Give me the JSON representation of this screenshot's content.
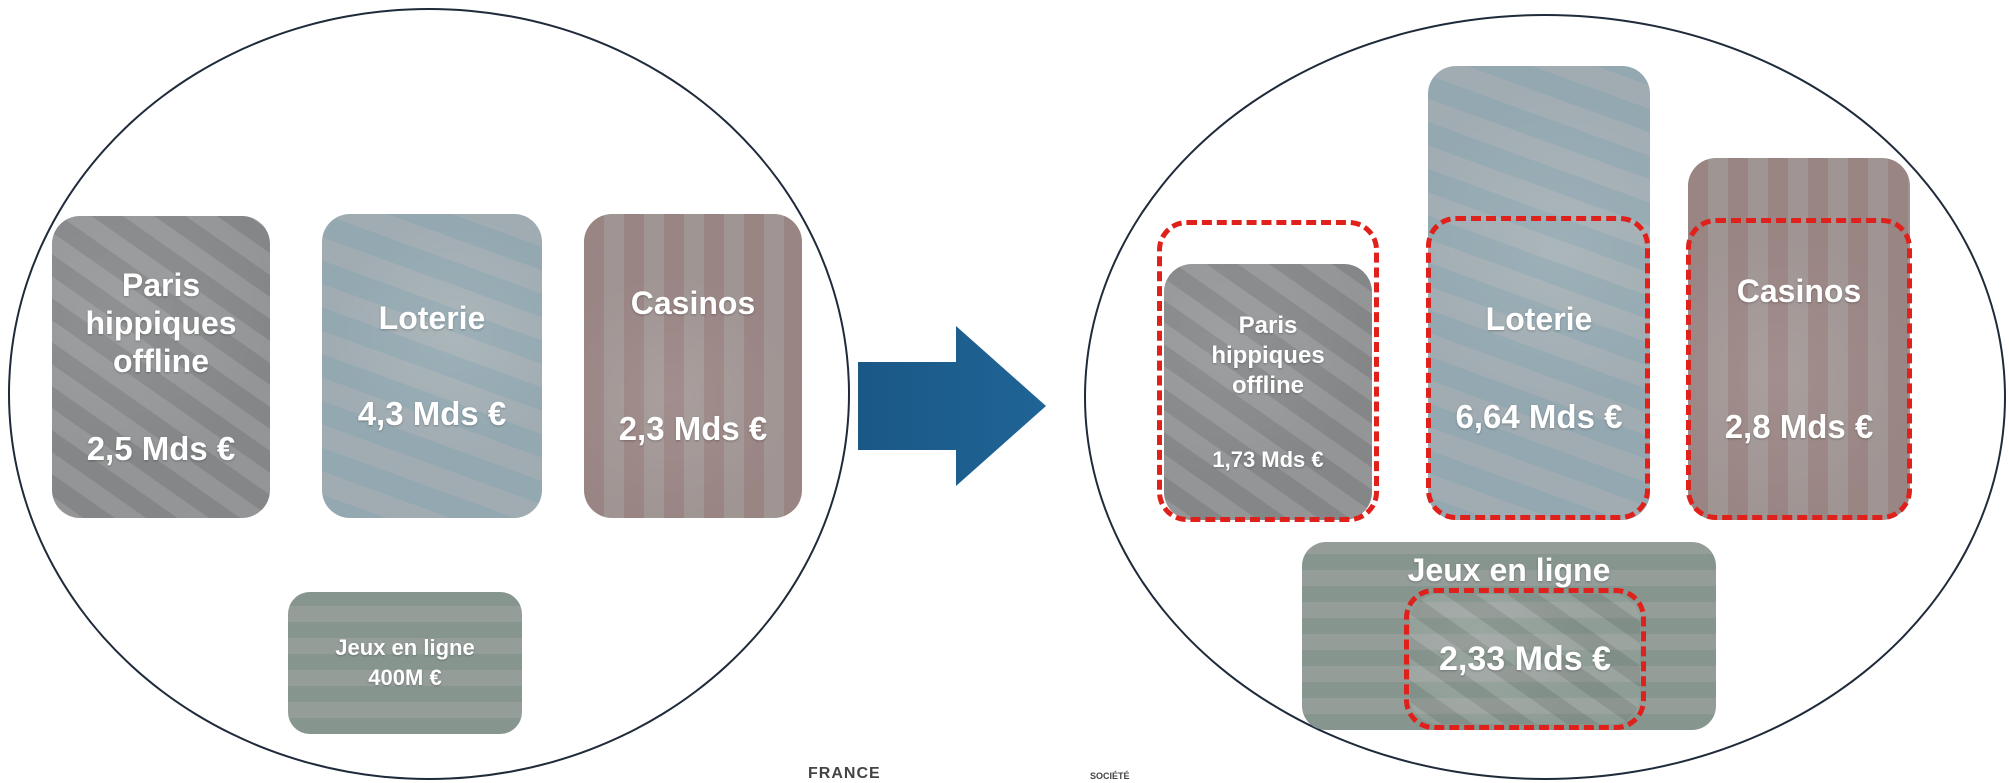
{
  "before": {
    "horse": {
      "title_lines": [
        "Paris",
        "hippiques",
        "offline"
      ],
      "value": "2,5 Mds €"
    },
    "lottery": {
      "title": "Loterie",
      "value": "4,3 Mds €"
    },
    "casinos": {
      "title": "Casinos",
      "value": "2,3 Mds €"
    },
    "online": {
      "title": "Jeux en ligne",
      "value": "400M €"
    }
  },
  "after": {
    "horse": {
      "title_lines": [
        "Paris",
        "hippiques",
        "offline"
      ],
      "value": "1,73 Mds €"
    },
    "lottery": {
      "title": "Loterie",
      "value": "6,64 Mds €"
    },
    "casinos": {
      "title": "Casinos",
      "value": "2,8 Mds €"
    },
    "online": {
      "title": "Jeux en ligne",
      "value": "2,33 Mds €"
    }
  },
  "colors": {
    "arrow": "#1d5f8d",
    "dash": "#e0201b",
    "outline": "#1f2a3a"
  },
  "footer": {
    "logo_left": "FRANCE",
    "logo_right": "SOCIÉTÉ"
  }
}
